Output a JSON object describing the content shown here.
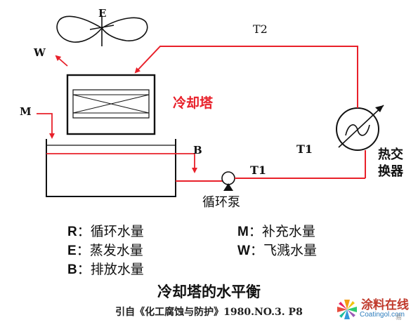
{
  "diagram": {
    "labels": {
      "E": "E",
      "W": "W",
      "M": "M",
      "B": "B",
      "T1_right": "T1",
      "T1_pump": "T1",
      "T2": "T2",
      "tower": "冷却塔",
      "pump": "循环泵",
      "exchanger_line1": "热交",
      "exchanger_line2": "换器"
    },
    "colors": {
      "pipe": "#e8202a",
      "tower_label": "#e8202a",
      "arrow": "#e8202a",
      "outline": "#111111"
    }
  },
  "legend": {
    "left": [
      {
        "key": "R",
        "sep": "：",
        "text": "循环水量"
      },
      {
        "key": "E",
        "sep": "：",
        "text": "蒸发水量"
      },
      {
        "key": "B",
        "sep": "：",
        "text": "排放水量"
      }
    ],
    "right": [
      {
        "key": "M",
        "sep": "：",
        "text": "补充水量"
      },
      {
        "key": "W",
        "sep": "：",
        "text": "飞溅水量"
      }
    ]
  },
  "caption": {
    "title": "冷却塔的水平衡",
    "source": "引自《化工腐蚀与防护》1980.NO.3. P8"
  },
  "watermark": {
    "name": "涂料在线",
    "url": "Coatingol.com",
    "extra": "易"
  }
}
